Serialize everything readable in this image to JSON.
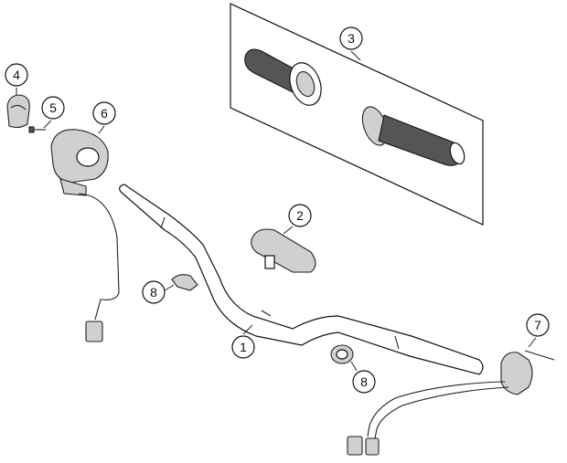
{
  "callouts": {
    "c1": "1",
    "c2": "2",
    "c3": "3",
    "c4": "4",
    "c5": "5",
    "c6": "6",
    "c7": "7",
    "c8a": "8",
    "c8b": "8"
  },
  "colors": {
    "line": "#111111",
    "part_fill": "#d0d0d0",
    "grip_fill": "#555555",
    "background": "#ffffff"
  }
}
